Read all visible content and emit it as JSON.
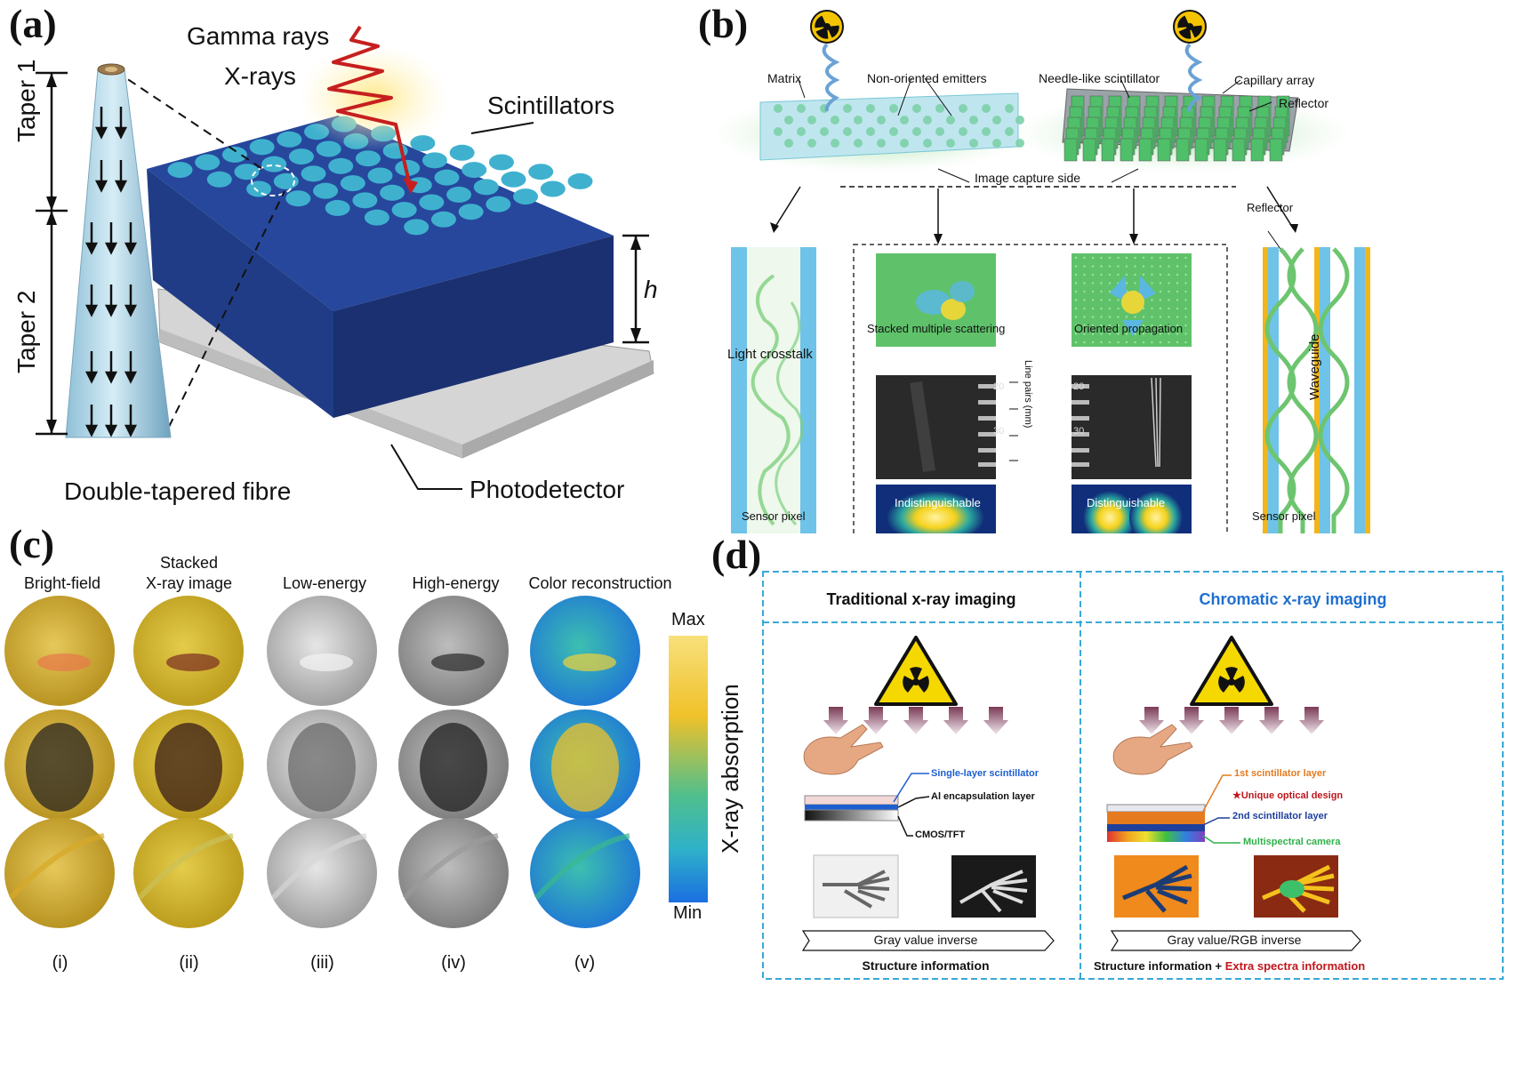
{
  "panel_a": {
    "letter": "(a)",
    "gamma": "Gamma rays",
    "xrays": "X-rays",
    "scintillators": "Scintillators",
    "taper1": "Taper 1",
    "taper2": "Taper 2",
    "h": "h",
    "fibre": "Double-tapered fibre",
    "photodetector": "Photodetector"
  },
  "panel_b": {
    "letter": "(b)",
    "matrix": "Matrix",
    "non_oriented": "Non-oriented emitters",
    "needle": "Needle-like scintillator",
    "capillary": "Capillary array",
    "reflector_top": "Reflector",
    "capture": "Image capture side",
    "reflector_right": "Reflector",
    "crosstalk": "Light crosstalk",
    "stacked": "Stacked multiple scattering",
    "oriented": "Oriented propagation",
    "line_pairs": "Line pairs (mm)",
    "tick20": "20",
    "tick30": "30",
    "indist": "Indistinguishable",
    "dist": "Distinguishable",
    "waveguide": "Waveguide",
    "sensor_left": "Sensor pixel",
    "sensor_right": "Sensor pixel"
  },
  "panel_c": {
    "letter": "(c)",
    "columns": [
      "Bright-field",
      "Stacked\nX-ray image",
      "Low-energy",
      "High-energy",
      "Color reconstruction"
    ],
    "col1_line1": "Bright-field",
    "col2_line1": "Stacked",
    "col2_line2": "X-ray image",
    "col3_line1": "Low-energy",
    "col4_line1": "High-energy",
    "col5_line1": "Color reconstruction",
    "romans": [
      "(i)",
      "(ii)",
      "(iii)",
      "(iv)",
      "(v)"
    ],
    "cbar_max": "Max",
    "cbar_min": "Min",
    "cbar_label": "X-ray absorption"
  },
  "panel_d": {
    "letter": "(d)",
    "left_title": "Traditional x-ray imaging",
    "right_title": "Chromatic x-ray imaging",
    "single_layer": "Single-layer scintillator",
    "al_layer": "Al encapsulation layer",
    "cmos": "CMOS/TFT",
    "first_layer": "1st scintillator layer",
    "unique": "★Unique optical design",
    "second_layer": "2nd scintillator layer",
    "multispectral": "Multispectral camera",
    "gray_inverse": "Gray value inverse",
    "rgb_inverse": "Gray value/RGB inverse",
    "structure_left": "Structure information",
    "structure_right": "Structure information + ",
    "extra": "Extra spectra information"
  },
  "colors": {
    "navy": "#1f3f91",
    "hole": "#3fb1cf",
    "red_wave": "#c61f1f",
    "frame_blue": "#3aa8d8",
    "chromatic_title": "#1f6fd0",
    "extra_red": "#c0161b"
  }
}
